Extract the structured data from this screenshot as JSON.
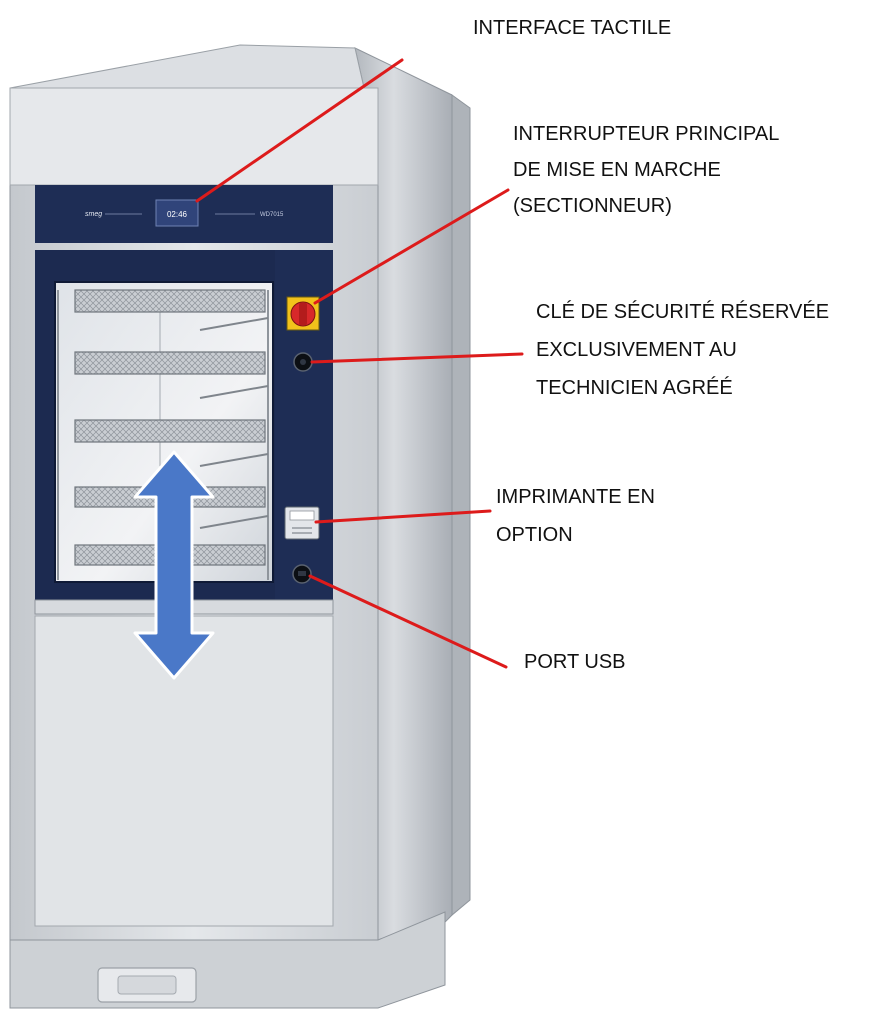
{
  "colors": {
    "leader_line": "#dd1b1b",
    "arrow": "#4a78c8",
    "panel": "#1e2d55",
    "steel": "#cfd3d8",
    "switch": "#d8282a"
  },
  "display": {
    "brand": "smeg",
    "clock": "02:46",
    "model": "WD7015"
  },
  "labels": {
    "interface": [
      "INTERFACE TACTILE"
    ],
    "main_switch": [
      "INTERRUPTEUR PRINCIPAL",
      "DE MISE EN MARCHE",
      "(SECTIONNEUR)"
    ],
    "safety_key": [
      "CLÉ DE SÉCURITÉ RÉSERVÉE",
      "EXCLUSIVEMENT AU",
      "TECHNICIEN AGRÉÉ"
    ],
    "printer": [
      "IMPRIMANTE EN",
      "OPTION"
    ],
    "usb": [
      "PORT USB"
    ]
  },
  "icons": {
    "door_arrow": "double-vertical-arrow-icon",
    "switch": "rotary-switch-icon",
    "key": "key-lock-icon",
    "printer": "printer-icon",
    "usb": "usb-port-icon"
  }
}
